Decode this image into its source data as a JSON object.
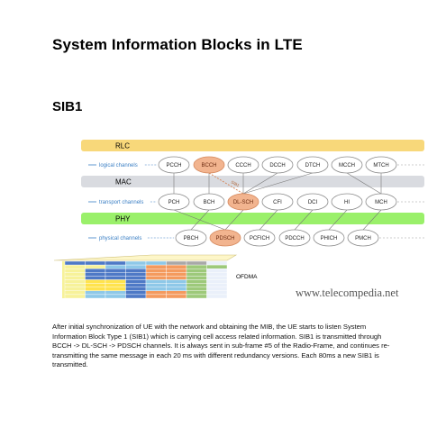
{
  "page": {
    "title": "System Information Blocks in LTE",
    "section": "SIB1",
    "watermark": "www.telecompedia.net",
    "paragraph": "After initial synchronization of UE with the network and obtaining the MIB, the UE starts to listen System Information Block Type 1 (SIB1) which is carrying cell access related information. SIB1 is transmitted through BCCH -> DL-SCH -> PDSCH channels. It is always sent in sub-frame #5 of the Radio-Frame, and continues re-transmitting the same message in each 20 ms with different redundancy versions. Each 80ms a new SIB1 is transmitted."
  },
  "diagram": {
    "layers": [
      {
        "name": "RLC",
        "color": "#f8d87a"
      },
      {
        "name": "MAC",
        "color": "#d9dbe0"
      },
      {
        "name": "PHY",
        "color": "#9af06a"
      }
    ],
    "rows": [
      {
        "label": "logical channels",
        "channels": [
          "PCCH",
          "BCCH",
          "CCCH",
          "DCCH",
          "DTCH",
          "MCCH",
          "MTCH"
        ],
        "highlight": "BCCH"
      },
      {
        "label": "transport channels",
        "channels": [
          "PCH",
          "BCH",
          "DL-SCH",
          "CFI",
          "DCI",
          "HI",
          "MCH"
        ],
        "highlight": "DL-SCH"
      },
      {
        "label": "physical channels",
        "channels": [
          "PBCH",
          "PDSCH",
          "PCFICH",
          "PDCCH",
          "PHICH",
          "PMCH"
        ],
        "highlight": "PDSCH"
      }
    ],
    "arrow_label": "SIB1",
    "grid_label": "OFDMA",
    "colors": {
      "label_text": "#3a7fc4",
      "highlight_fill": "#f2b48f",
      "highlight_stroke": "#d68a5f",
      "node_stroke": "#8c8c8c",
      "grid_palette": [
        "#f7f29a",
        "#4e79c6",
        "#ffe34d",
        "#f49a5e",
        "#8ec8e8",
        "#9dc97a",
        "#a8a8a8",
        "#eaf0fa"
      ]
    }
  }
}
